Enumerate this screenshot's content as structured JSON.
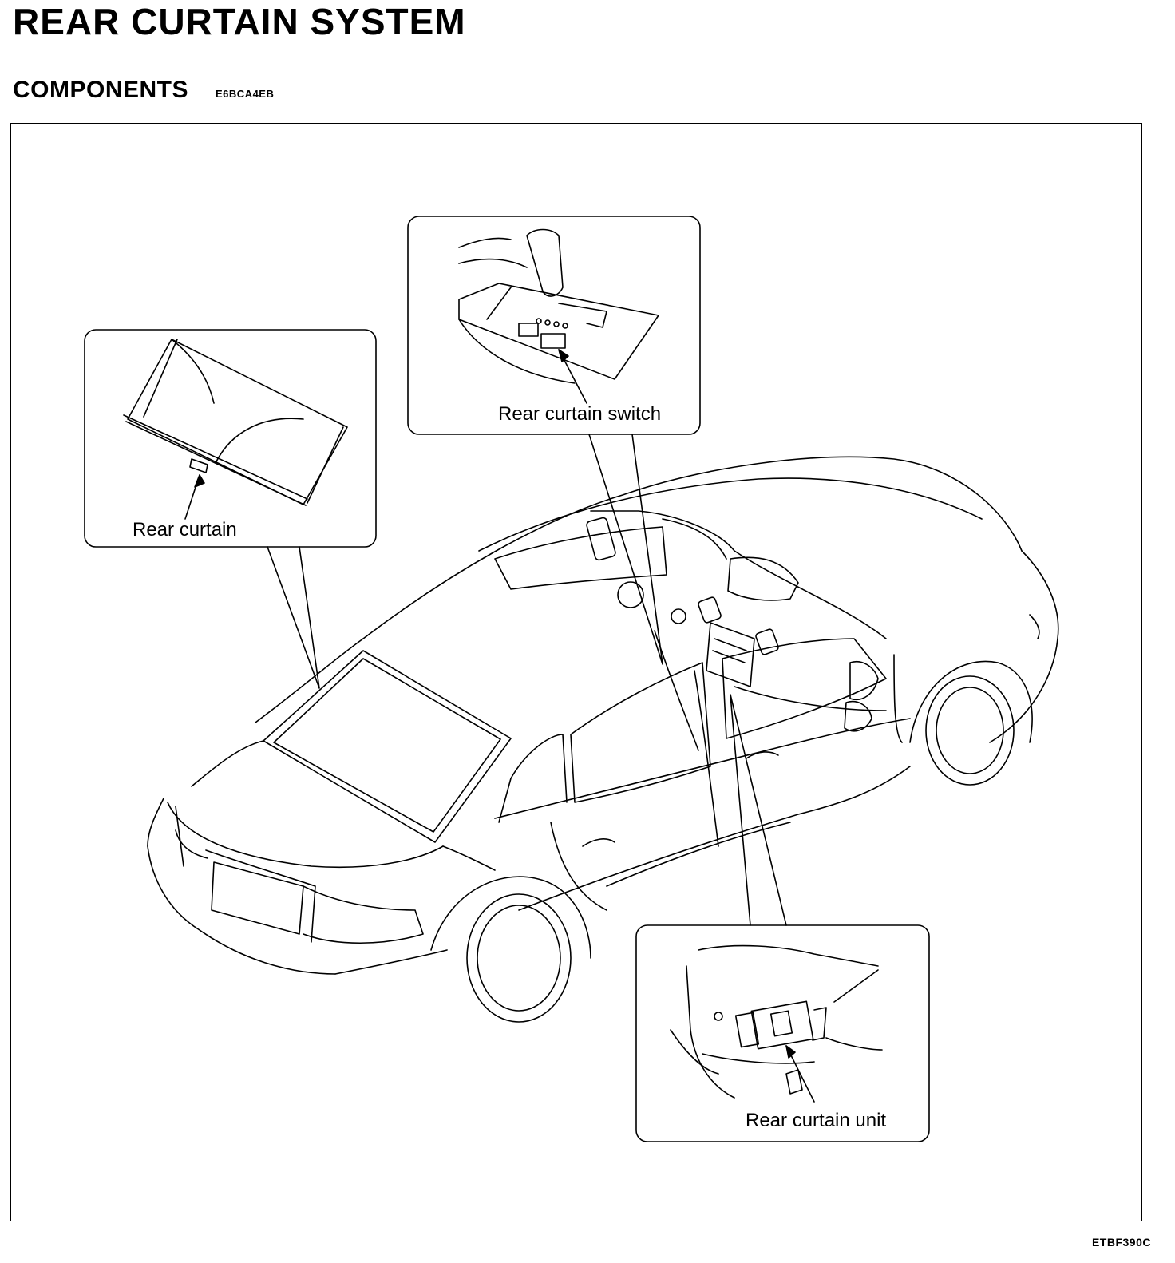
{
  "header": {
    "title": "REAR CURTAIN SYSTEM",
    "section": "COMPONENTS",
    "section_code": "E6BCA4EB"
  },
  "diagram": {
    "callouts": [
      {
        "id": "rear-curtain",
        "label": "Rear curtain"
      },
      {
        "id": "rear-curtain-switch",
        "label": "Rear curtain switch"
      },
      {
        "id": "rear-curtain-unit",
        "label": "Rear curtain unit"
      }
    ],
    "figure_code": "ETBF390C"
  }
}
